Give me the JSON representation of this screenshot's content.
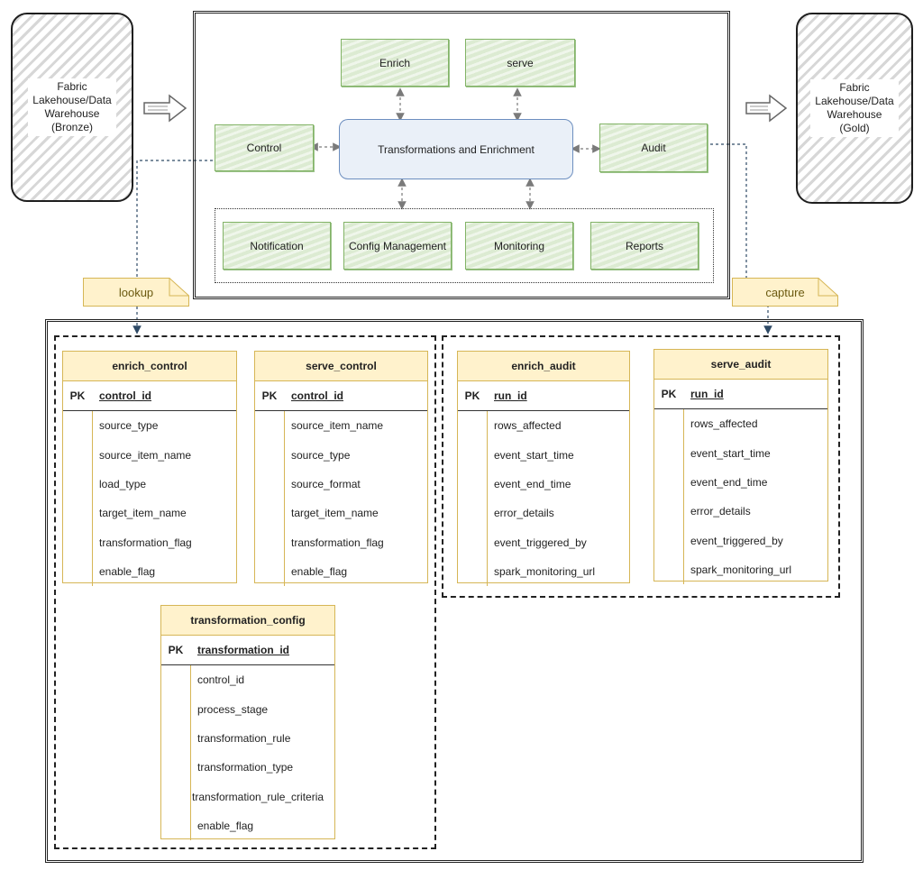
{
  "lakehouse": {
    "bronze": [
      "Fabric",
      "Lakehouse/Data",
      "Warehouse",
      "(Bronze)"
    ],
    "gold": [
      "Fabric",
      "Lakehouse/Data",
      "Warehouse",
      "(Gold)"
    ]
  },
  "components": {
    "enrich": "Enrich",
    "serve": "serve",
    "control": "Control",
    "transformations": "Transformations and Enrichment",
    "audit": "Audit",
    "notification": "Notification",
    "config_management": "Config Management",
    "monitoring": "Monitoring",
    "reports": "Reports"
  },
  "notes": {
    "lookup": "lookup",
    "capture": "capture"
  },
  "tables": {
    "enrich_control": {
      "name": "enrich_control",
      "pk_label": "PK",
      "pk": "control_id",
      "fields": [
        "source_type",
        "source_item_name",
        "load_type",
        "target_item_name",
        "transformation_flag",
        "enable_flag"
      ]
    },
    "serve_control": {
      "name": "serve_control",
      "pk_label": "PK",
      "pk": "control_id",
      "fields": [
        "source_item_name",
        "source_type",
        "source_format",
        "target_item_name",
        "transformation_flag",
        "enable_flag"
      ]
    },
    "enrich_audit": {
      "name": "enrich_audit",
      "pk_label": "PK",
      "pk": "run_id",
      "fields": [
        "rows_affected",
        "event_start_time",
        "event_end_time",
        "error_details",
        "event_triggered_by",
        "spark_monitoring_url"
      ]
    },
    "serve_audit": {
      "name": "serve_audit",
      "pk_label": "PK",
      "pk": "run_id",
      "fields": [
        "rows_affected",
        "event_start_time",
        "event_end_time",
        "error_details",
        "event_triggered_by",
        "spark_monitoring_url"
      ]
    },
    "transformation_config": {
      "name": "transformation_config",
      "pk_label": "PK",
      "pk": "transformation_id",
      "fields": [
        "control_id",
        "process_stage",
        "transformation_rule",
        "transformation_type",
        "transformation_rule_criteria",
        "enable_flag"
      ]
    }
  }
}
